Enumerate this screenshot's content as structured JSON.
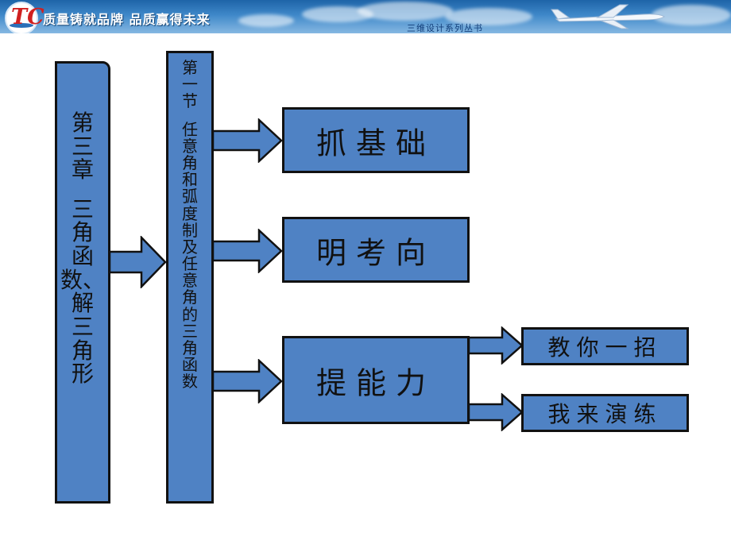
{
  "header": {
    "logo_text": "TC",
    "slogan": "质量铸就品牌  品质赢得未来",
    "series": "三维设计系列丛书",
    "banner_color": "#2e76bd"
  },
  "diagram": {
    "box_color": "#4f82c4",
    "border_color": "#111111",
    "chapter": {
      "lines": [
        "第",
        "三",
        "章",
        "",
        "三",
        "角",
        "函",
        "数、解",
        "三",
        "角",
        "形"
      ]
    },
    "section": {
      "lines": [
        "第",
        "一",
        "节",
        "",
        "任",
        "意",
        "角",
        "和",
        "弧",
        "度",
        "制",
        "及",
        "任",
        "意",
        "角",
        "的",
        "三",
        "角",
        "函",
        "数"
      ]
    },
    "items": [
      {
        "label": "抓基础"
      },
      {
        "label": "明考向"
      },
      {
        "label": "提能力"
      }
    ],
    "sub_items": [
      {
        "label": "教你一招"
      },
      {
        "label": "我来演练"
      }
    ]
  }
}
